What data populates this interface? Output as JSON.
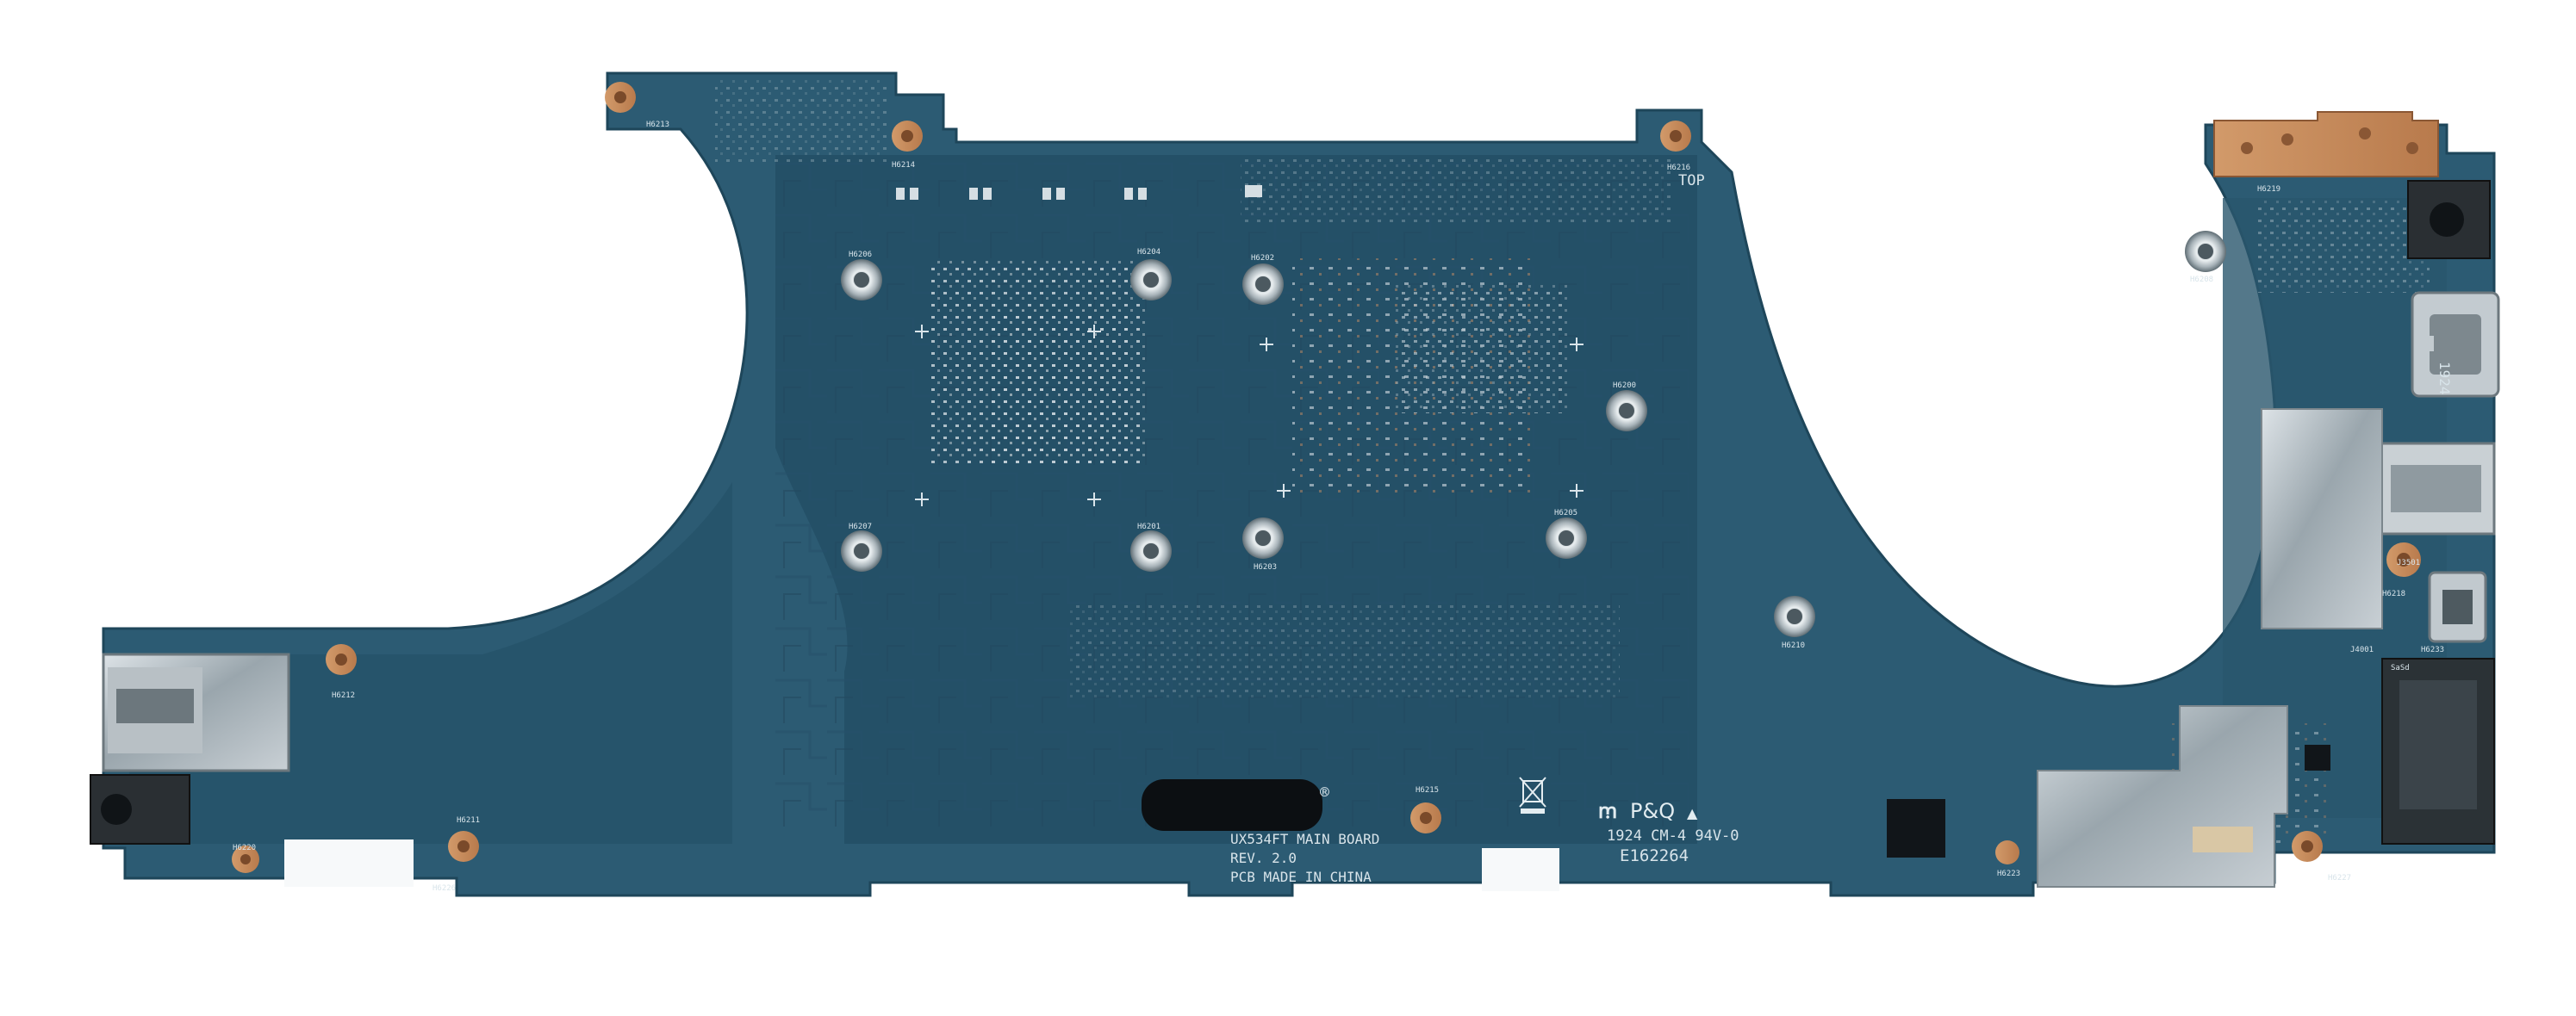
{
  "photo": {
    "subject": "laptop-motherboard-underside",
    "background_color": "#ffffff",
    "pcb_color": "#2c5b73",
    "pcb_dark_color": "#234d63",
    "copper_color": "#c98a58",
    "shield_color": "#b9c2c8"
  },
  "silkscreen": {
    "board_name": "UX534FT MAIN BOARD",
    "revision": "REV. 2.0",
    "made_in": "PCB MADE IN CHINA",
    "registered_mark": "®",
    "top_marker": "TOP",
    "pq_mark": "P&Q",
    "date_code": "1924 CM-4 94V-0",
    "ul_file": "E162264",
    "connector_label": "1924"
  },
  "hole_labels": {
    "h6213": "H6213",
    "h6214": "H6214",
    "h6216": "H6216",
    "h6219": "H6219",
    "h6212": "H6212",
    "h6220": "H6220",
    "h6211": "H6211",
    "h6226": "H6226",
    "h6215": "H6215",
    "h6223": "H6223",
    "h6227": "H6227",
    "h6206": "H6206",
    "h6204": "H6204",
    "h6202": "H6202",
    "h6200": "H6200",
    "h6207": "H6207",
    "h6201": "H6201",
    "h6203": "H6203",
    "h6205": "H6205",
    "h6210": "H6210",
    "h6208": "H6208",
    "h6218": "H6218"
  },
  "misc_labels": {
    "j3501": "J3501",
    "j4001": "J4001",
    "h6233": "H6233",
    "sdcard": "SaSd"
  }
}
